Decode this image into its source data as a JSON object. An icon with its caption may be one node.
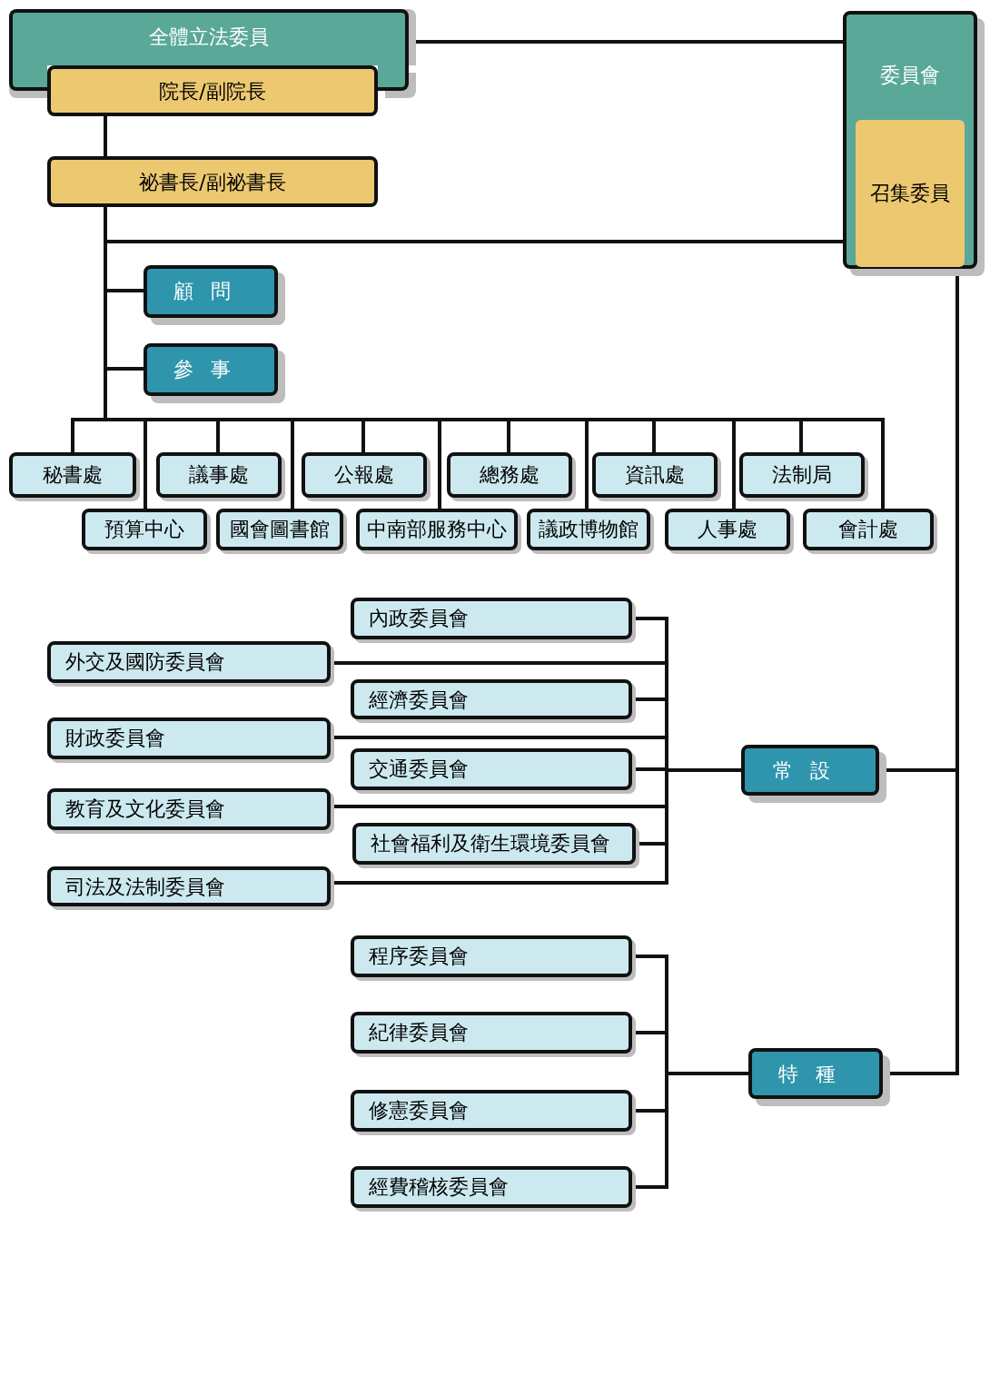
{
  "diagram": {
    "nodes": [
      {
        "text": [
          "全體立法委員"
        ]
      },
      {
        "text": [
          "院長/副院長"
        ]
      },
      {
        "text": [
          "祕書長/副祕書長"
        ]
      },
      {
        "text": [
          "委員會"
        ]
      },
      {
        "text": [
          "召集委員"
        ],
        "in": 3
      },
      {
        "text": [
          "顧問"
        ]
      },
      {
        "text": [
          "參事"
        ]
      },
      {
        "text": [
          "秘書處"
        ]
      },
      {
        "text": [
          "議事處"
        ]
      },
      {
        "text": [
          "公報處"
        ]
      },
      {
        "text": [
          "總務處"
        ]
      },
      {
        "text": [
          "資訊處"
        ]
      },
      {
        "text": [
          "法制局"
        ]
      },
      {
        "text": [
          "預算中心"
        ]
      },
      {
        "text": [
          "國會圖書館"
        ]
      },
      {
        "text": [
          "中南部服務中心"
        ]
      },
      {
        "text": [
          "議政博物館"
        ]
      },
      {
        "text": [
          "人事處"
        ]
      },
      {
        "text": [
          "會計處"
        ]
      },
      {
        "text": [
          "常設"
        ]
      },
      {
        "text": [
          "內政委員會"
        ]
      },
      {
        "text": [
          "外交及國防委員會"
        ]
      },
      {
        "text": [
          "經濟委員會"
        ]
      },
      {
        "text": [
          "財政委員會"
        ]
      },
      {
        "text": [
          "交通委員會"
        ]
      },
      {
        "text": [
          "教育及文化委員會"
        ]
      },
      {
        "text": [
          "社會福利及衛生環境委員會"
        ]
      },
      {
        "text": [
          "司法及法制委員會"
        ]
      },
      {
        "text": [
          "特種"
        ]
      },
      {
        "text": [
          "程序委員會"
        ]
      },
      {
        "text": [
          "紀律委員會"
        ]
      },
      {
        "text": [
          "修憲委員會"
        ]
      },
      {
        "text": [
          "經費稽核委員會"
        ]
      }
    ],
    "edges": [
      {
        "from": 0,
        "to": 3,
        "arrow": "none"
      },
      {
        "from": 1,
        "to": 2,
        "arrow": "none"
      },
      {
        "from": 2,
        "to": 3,
        "arrow": "none"
      },
      {
        "from": 2,
        "to": 5,
        "arrow": "none"
      },
      {
        "from": 2,
        "to": 6,
        "arrow": "none"
      },
      {
        "from": 2,
        "to": 7,
        "arrow": "none"
      },
      {
        "from": 2,
        "to": 8,
        "arrow": "none"
      },
      {
        "from": 2,
        "to": 9,
        "arrow": "none"
      },
      {
        "from": 2,
        "to": 10,
        "arrow": "none"
      },
      {
        "from": 2,
        "to": 11,
        "arrow": "none"
      },
      {
        "from": 2,
        "to": 12,
        "arrow": "none"
      },
      {
        "from": 2,
        "to": 13,
        "arrow": "none"
      },
      {
        "from": 2,
        "to": 14,
        "arrow": "none"
      },
      {
        "from": 2,
        "to": 15,
        "arrow": "none"
      },
      {
        "from": 2,
        "to": 16,
        "arrow": "none"
      },
      {
        "from": 2,
        "to": 17,
        "arrow": "none"
      },
      {
        "from": 2,
        "to": 18,
        "arrow": "none"
      },
      {
        "from": 3,
        "to": 19,
        "arrow": "none"
      },
      {
        "from": 3,
        "to": 28,
        "arrow": "none"
      },
      {
        "from": 19,
        "to": 20,
        "arrow": "none"
      },
      {
        "from": 19,
        "to": 21,
        "arrow": "none"
      },
      {
        "from": 19,
        "to": 22,
        "arrow": "none"
      },
      {
        "from": 19,
        "to": 23,
        "arrow": "none"
      },
      {
        "from": 19,
        "to": 24,
        "arrow": "none"
      },
      {
        "from": 19,
        "to": 25,
        "arrow": "none"
      },
      {
        "from": 19,
        "to": 26,
        "arrow": "none"
      },
      {
        "from": 19,
        "to": 27,
        "arrow": "none"
      },
      {
        "from": 28,
        "to": 29,
        "arrow": "none"
      },
      {
        "from": 28,
        "to": 30,
        "arrow": "none"
      },
      {
        "from": 28,
        "to": 31,
        "arrow": "none"
      },
      {
        "from": 28,
        "to": 32,
        "arrow": "none"
      }
    ]
  }
}
